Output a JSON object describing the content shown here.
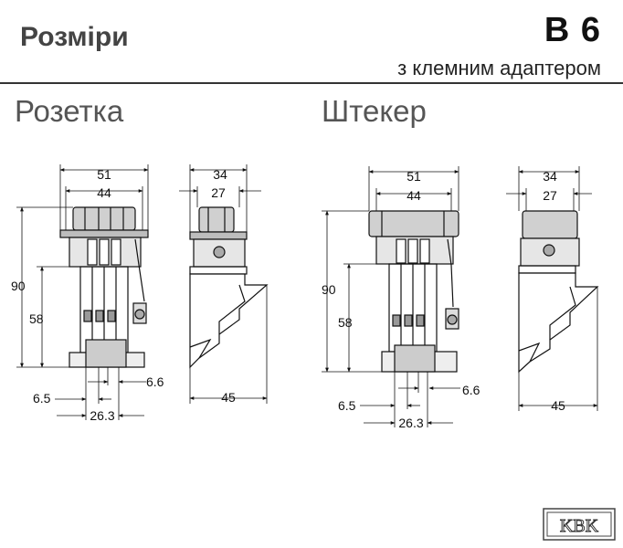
{
  "header": {
    "title": "Розміри",
    "code": "B 6",
    "subtitle": "з клемним адаптером"
  },
  "sections": {
    "socket": "Розетка",
    "plug": "Штекер"
  },
  "dimensions": {
    "socket": {
      "w51": "51",
      "w44": "44",
      "h90": "90",
      "h58": "58",
      "d65": "6.5",
      "d66": "6.6",
      "d263": "26.3",
      "s34": "34",
      "s27": "27",
      "s45": "45"
    },
    "plug": {
      "w51": "51",
      "w44": "44",
      "h90": "90",
      "h58": "58",
      "d65": "6.5",
      "d66": "6.6",
      "d263": "26.3",
      "s34": "34",
      "s27": "27",
      "s45": "45"
    }
  },
  "logo": {
    "text": "KBK"
  }
}
